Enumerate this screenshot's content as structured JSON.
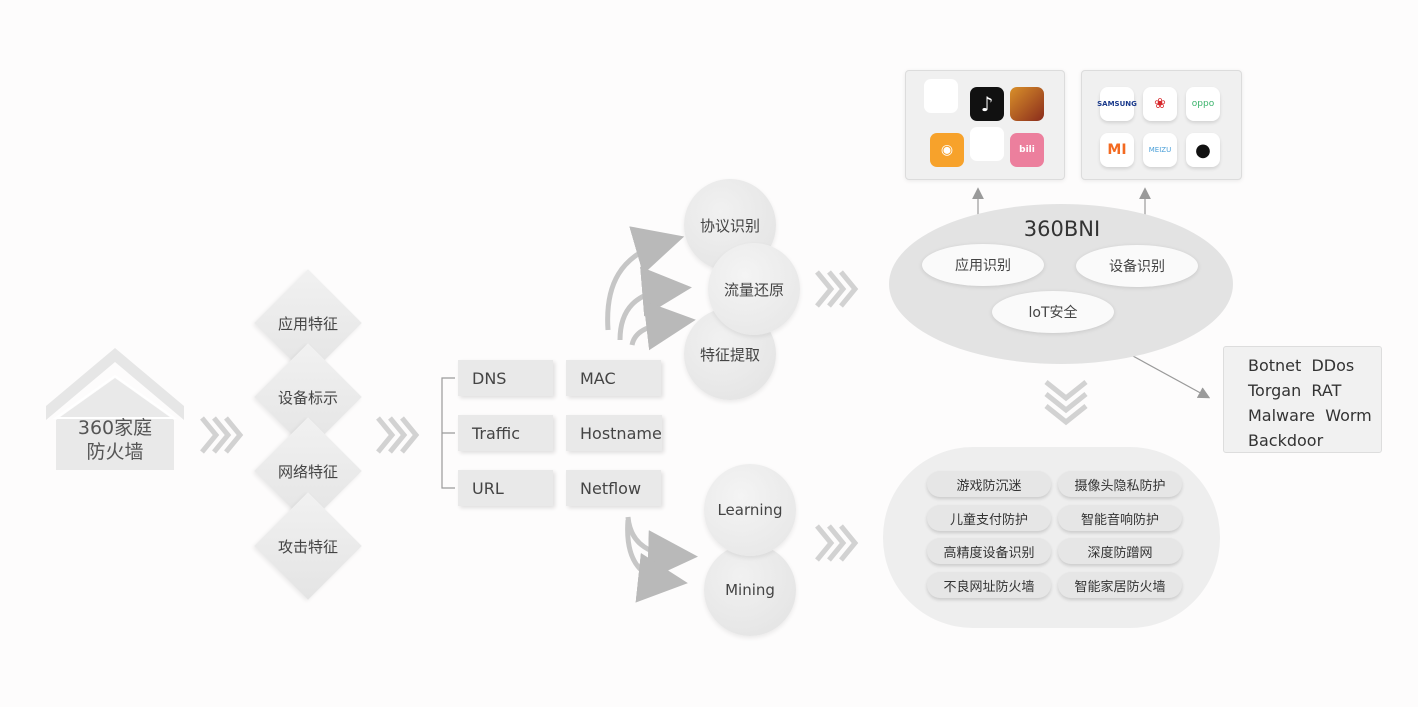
{
  "source": {
    "line1": "360家庭",
    "line2": "防火墙"
  },
  "features": [
    "应用特征",
    "设备标示",
    "网络特征",
    "攻击特征"
  ],
  "attributes": [
    [
      "DNS",
      "MAC"
    ],
    [
      "Traffic",
      "Hostname"
    ],
    [
      "URL",
      "Netflow"
    ]
  ],
  "analysis": [
    "协议识别",
    "流量还原",
    "特征提取"
  ],
  "learning": [
    "Learning",
    "Mining"
  ],
  "bni": {
    "title": "360BNI",
    "items": [
      "应用识别",
      "设备识别",
      "loT安全"
    ]
  },
  "apps": [
    "tiktok-icon",
    "honor-of-kings-icon",
    "kuaishou-icon",
    "bilibili-icon"
  ],
  "devices": [
    "SAMSUNG",
    "HUAWEI",
    "oppo",
    "MI",
    "MEIZU",
    "apple-icon"
  ],
  "threats": [
    "Botnet  DDos",
    "Torgan  RAT",
    "Malware  Worm",
    "Backdoor"
  ],
  "protections": [
    [
      "游戏防沉迷",
      "摄像头隐私防护"
    ],
    [
      "儿童支付防护",
      "智能音响防护"
    ],
    [
      "高精度设备识别",
      "深度防蹭网"
    ],
    [
      "不良网址防火墙",
      "智能家居防火墙"
    ]
  ],
  "colors": {
    "arrow": "#c6c6c6",
    "shape": "#e6e6e6",
    "text": "#444444"
  }
}
